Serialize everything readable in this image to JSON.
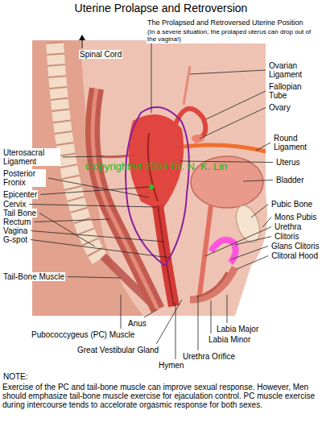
{
  "diagram": {
    "title": "Uterine Prolapse and Retroversion",
    "labels": [
      "The Prolapsed and Retroversed Uterine Position",
      "(In a severe situation, the prolaped uterus can drop out of the vagina!)",
      "Spinal Cord",
      "Ovarian Ligament",
      "Fallopian Tube",
      "Ovary",
      "Uterosacral Ligament",
      "Round Ligament",
      "Uterus",
      "Posterior Fronix",
      "Epicenter",
      "Bladder",
      "Cervix",
      "Tail Bone",
      "Rectum",
      "Vagina",
      "G-spot",
      "Pubic Bone",
      "Mons Pubis",
      "Urethra",
      "Clitoris",
      "Glans Clitoris",
      "Clitoral Hood",
      "Tail-Bone Muscle",
      "Anus",
      "Pubococcygeus (PC) Muscle",
      "Great Vestibular Gland",
      "Hymen",
      "Urethra Orifice",
      "Labia Major",
      "Labia Minor",
      "Copyrighted 2003 Dr. N. K. Lin",
      "NOTE:",
      "Exercise of the PC and tail-bone muscle can improve sexual response. However, Men should emphasize tail-bone muscle exercise for ejaculation control. PC muscle exercise during intercourse tends to accelorate orgasmic response for both sexes."
    ]
  }
}
